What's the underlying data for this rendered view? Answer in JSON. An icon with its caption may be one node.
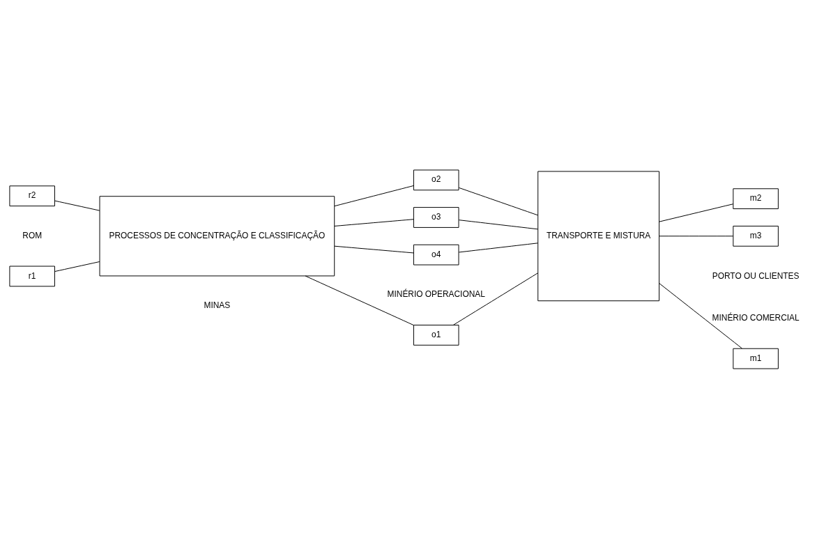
{
  "diagram": {
    "nodes": [
      {
        "text": [
          "r1"
        ]
      },
      {
        "text": [
          "r2"
        ]
      },
      {
        "text": [
          "PROCESSOS DE CONCENTRAÇÃO E CLASSIFICAÇÃO"
        ]
      },
      {
        "text": [
          "o1"
        ]
      },
      {
        "text": [
          "o2"
        ]
      },
      {
        "text": [
          "o3"
        ]
      },
      {
        "text": [
          "o4"
        ]
      },
      {
        "text": [
          "TRANSPORTE E MISTURA"
        ]
      },
      {
        "text": [
          "m1"
        ]
      },
      {
        "text": [
          "m2"
        ]
      },
      {
        "text": [
          "m3"
        ]
      }
    ],
    "edges": [
      {
        "from": 0,
        "to": 2,
        "arrow": "none"
      },
      {
        "from": 1,
        "to": 2,
        "arrow": "none"
      },
      {
        "from": 2,
        "to": 3,
        "arrow": "none"
      },
      {
        "from": 2,
        "to": 4,
        "arrow": "none"
      },
      {
        "from": 2,
        "to": 5,
        "arrow": "none"
      },
      {
        "from": 2,
        "to": 6,
        "arrow": "none"
      },
      {
        "from": 3,
        "to": 7,
        "arrow": "none"
      },
      {
        "from": 4,
        "to": 7,
        "arrow": "none"
      },
      {
        "from": 5,
        "to": 7,
        "arrow": "none"
      },
      {
        "from": 6,
        "to": 7,
        "arrow": "none"
      },
      {
        "from": 7,
        "to": 8,
        "arrow": "none"
      },
      {
        "from": 7,
        "to": 9,
        "arrow": "none"
      },
      {
        "from": 7,
        "to": 10,
        "arrow": "none"
      }
    ],
    "labels": [
      "ROM",
      "MINÉRIO OPERACIONAL",
      "MINÉRIO COMERCIAL",
      "MINAS",
      "PORTO OU CLIENTES"
    ]
  }
}
